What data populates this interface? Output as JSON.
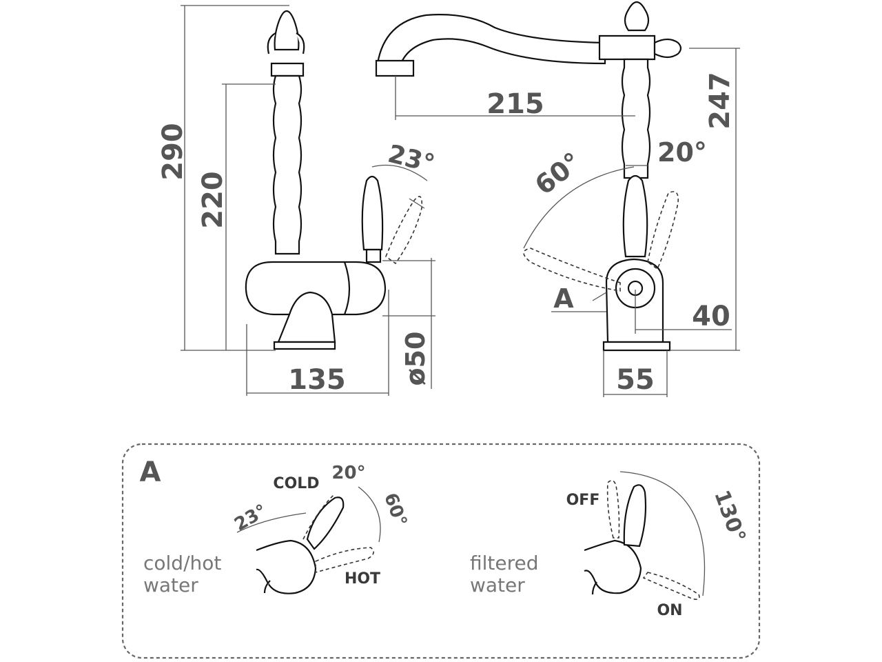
{
  "dimensions": {
    "height_total": "290",
    "height_spout": "220",
    "spout_reach": "215",
    "height_right": "247",
    "lever_angle_side": "23°",
    "lever_angle_front_left": "60°",
    "lever_angle_front_right": "20°",
    "base_width": "135",
    "base_diameter": "ø50",
    "base_depth": "55",
    "lever_offset": "40"
  },
  "detail_marker": "A",
  "detail_panel": {
    "title": "A",
    "mixer": {
      "caption_line1": "cold/hot",
      "caption_line2": "water",
      "angle_23": "23°",
      "angle_20": "20°",
      "angle_60": "60°",
      "cold_label": "COLD",
      "hot_label": "HOT"
    },
    "filter": {
      "caption_line1": "filtered",
      "caption_line2": "water",
      "angle_130": "130°",
      "off_label": "OFF",
      "on_label": "ON"
    }
  }
}
